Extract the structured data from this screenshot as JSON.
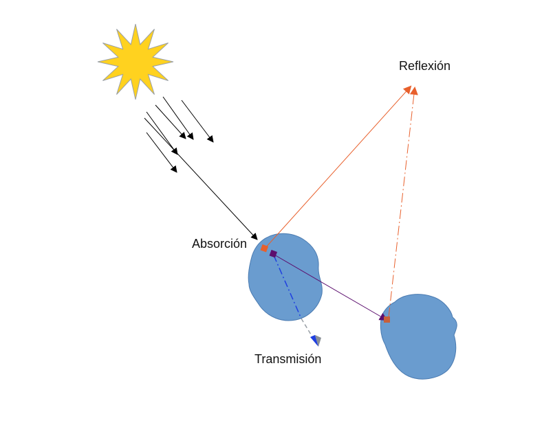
{
  "labels": {
    "reflection": "Reflexión",
    "absorption": "Absorción",
    "transmission": "Transmisión"
  },
  "colors": {
    "sun_fill": "#ffd21f",
    "sun_stroke": "#9aa0a6",
    "particle_fill": "#6a9ccf",
    "particle_stroke": "#4a7ab0",
    "reflection_line": "#e8602c",
    "absorption_line": "#5c0f6e",
    "transmission_line": "#1f3fe0",
    "incident_line": "#000000"
  },
  "icons": {
    "sun": "sun-icon",
    "particle": "particle-icon"
  }
}
